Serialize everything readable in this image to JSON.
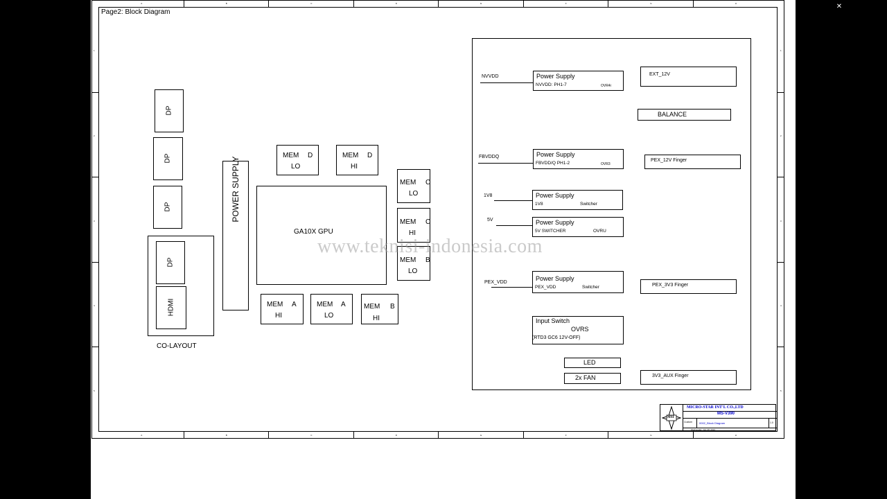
{
  "page_title": "Page2: Block Diagram",
  "watermark": "www.teknisi-indonesia.com",
  "left": {
    "dp1": "DP",
    "dp2": "DP",
    "dp3": "DP",
    "dp4": "DP",
    "hdmi": "HDMI",
    "colayout": "CO-LAYOUT",
    "power_supply": "POWER SUPPLY"
  },
  "gpu": {
    "label": "GA10X GPU",
    "mem_d_lo": [
      "MEM",
      "D",
      "LO"
    ],
    "mem_d_hi": [
      "MEM",
      "D",
      "HI"
    ],
    "mem_c_lo": [
      "MEM",
      "C",
      "LO"
    ],
    "mem_c_hi": [
      "MEM",
      "C",
      "HI"
    ],
    "mem_b_lo": [
      "MEM",
      "B",
      "LO"
    ],
    "mem_a_hi": [
      "MEM",
      "A",
      "HI"
    ],
    "mem_a_lo": [
      "MEM",
      "A",
      "LO"
    ],
    "mem_b_hi": [
      "MEM",
      "B",
      "HI"
    ]
  },
  "power": {
    "nvvdd": {
      "rail": "NVVDD",
      "title": "Power Supply",
      "sub": "NVVDD: PH1-7",
      "chip": "OVR4i"
    },
    "fbvddq": {
      "rail": "FBVDDQ",
      "title": "Power Supply",
      "sub": "FBVDD/Q PH1-2",
      "chip": "OVR3"
    },
    "v1v8": {
      "rail": "1V8",
      "title": "Power Supply",
      "sub": "1V8",
      "chip": "Switcher"
    },
    "v5": {
      "rail": "5V",
      "title": "Power Supply",
      "sub": "5V SWITCHER",
      "chip": "OVRU"
    },
    "pexvdd": {
      "rail": "PEX_VDD",
      "title": "Power Supply",
      "sub": "PEX_VDD",
      "chip": "Switcher"
    },
    "input_switch": {
      "title": "Input Switch",
      "chip": "OVRS",
      "note": "(RTD3 GC6 12V-OFF)"
    },
    "ext12v": "EXT_12V",
    "balance": "BALANCE",
    "pex12v": "PEX_12V Finger",
    "pex3v3": "PEX_3V3 Finger",
    "aux3v3": "3V3_AUX Finger",
    "led": "LED",
    "fan": "2x FAN"
  },
  "zones": {
    "cols": [
      "A",
      "B",
      "C",
      "D",
      "E",
      "F",
      "G",
      "H"
    ],
    "rows": [
      "1",
      "2",
      "3",
      "4",
      "5"
    ]
  },
  "title_block": {
    "company": "MICRO-STAR INT'L CO.,LTD",
    "model": "MS-V390",
    "doc": "0002_Block Diagram",
    "size": "Custom",
    "rev": "1.0",
    "date": "Wednesday, July 28, 2021",
    "logo": "MSI"
  }
}
